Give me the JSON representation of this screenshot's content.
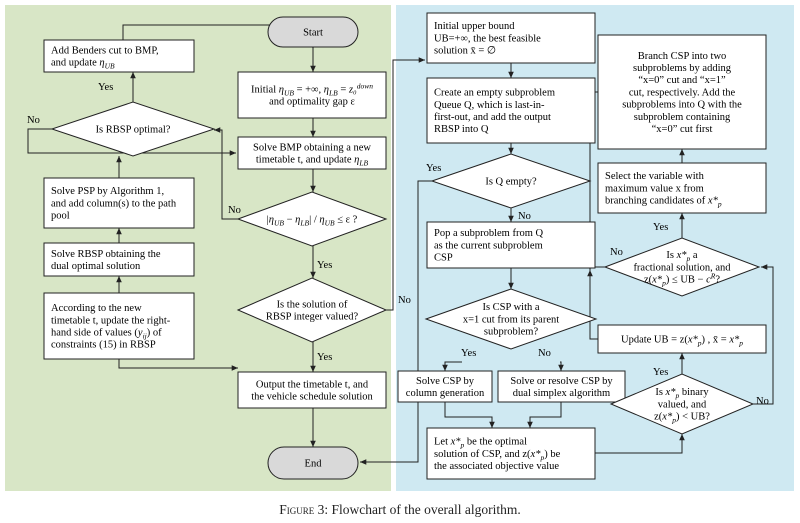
{
  "nodes": {
    "start": [
      "Start"
    ],
    "init": [
      "Initial η_UB = +∞, η_LB = z₀^down",
      "and optimality gap ε"
    ],
    "solve_bmp": [
      "Solve BMP obtaining a new",
      "timetable t, and update η_LB"
    ],
    "gap_check": [
      "|η_UB − η_LB| / η_UB ≤ ε ?"
    ],
    "rbsp_integer": [
      "Is the solution of",
      "RBSP integer valued?"
    ],
    "output": [
      "Output the timetable t, and",
      "the vehicle schedule solution"
    ],
    "end": [
      "End"
    ],
    "add_benders": [
      "Add Benders cut to BMP,",
      "and update η_UB"
    ],
    "rbsp_optimal": [
      "Is RBSP optimal?"
    ],
    "solve_psp": [
      "Solve PSP by Algorithm 1,",
      "and add column(s) to the path",
      "pool"
    ],
    "solve_rbsp": [
      "Solve RBSP obtaining the",
      "dual optimal solution"
    ],
    "update_rhs": [
      "According to the new",
      "timetable t, update the right-",
      "hand side of values (y_ij) of",
      "constraints (15) in RBSP"
    ],
    "init_ub": [
      "Initial upper bound",
      "UB=+∞, the best feasible",
      "solution x̄ = ∅"
    ],
    "create_queue": [
      "Create an empty subproblem",
      "Queue Q, which is last-in-",
      "first-out, and add the output",
      "RBSP into Q"
    ],
    "q_empty": [
      "Is Q empty?"
    ],
    "pop": [
      "Pop a subproblem from Q",
      "as the current subproblem",
      "CSP"
    ],
    "x1_cut": [
      "Is CSP with a",
      "x=1 cut from its parent",
      "subproblem?"
    ],
    "colgen": [
      "Solve CSP by",
      "column generation"
    ],
    "dual_simplex": [
      "Solve or resolve CSP by",
      "dual simplex algorithm"
    ],
    "let_x": [
      "Let x*_p be the optimal",
      "solution of CSP, and z(x*_p) be",
      "the associated objective value"
    ],
    "branch": [
      "Branch CSP into two",
      "subproblems by adding",
      "“x=0” cut and “x=1”",
      "cut, respectively. Add the",
      "subproblems into Q with the",
      "subproblem containing",
      "“x=0” cut first"
    ],
    "select_var": [
      "Select the variable with",
      "maximum value x from",
      "branching  candidates of x*_p"
    ],
    "fractional": [
      "Is x*_p a",
      "fractional solution, and",
      "z(x*_p) ≤ UB − c^R?"
    ],
    "update_ub": [
      "Update UB = z(x*_p) ,  x̄ = x*_p"
    ],
    "binary": [
      "Is x*_p binary",
      "valued, and",
      "z(x*_p) < UB?"
    ]
  },
  "edge_labels": {
    "yes": "Yes",
    "no": "No"
  },
  "caption": {
    "label": "Figure 3:",
    "text": "Flowchart of the overall algorithm."
  },
  "colors": {
    "left_panel": "#d8e6c6",
    "right_panel": "#cfe9f2",
    "terminal_fill": "#d9d9d9",
    "box_fill": "#ffffff",
    "line": "#222222"
  }
}
